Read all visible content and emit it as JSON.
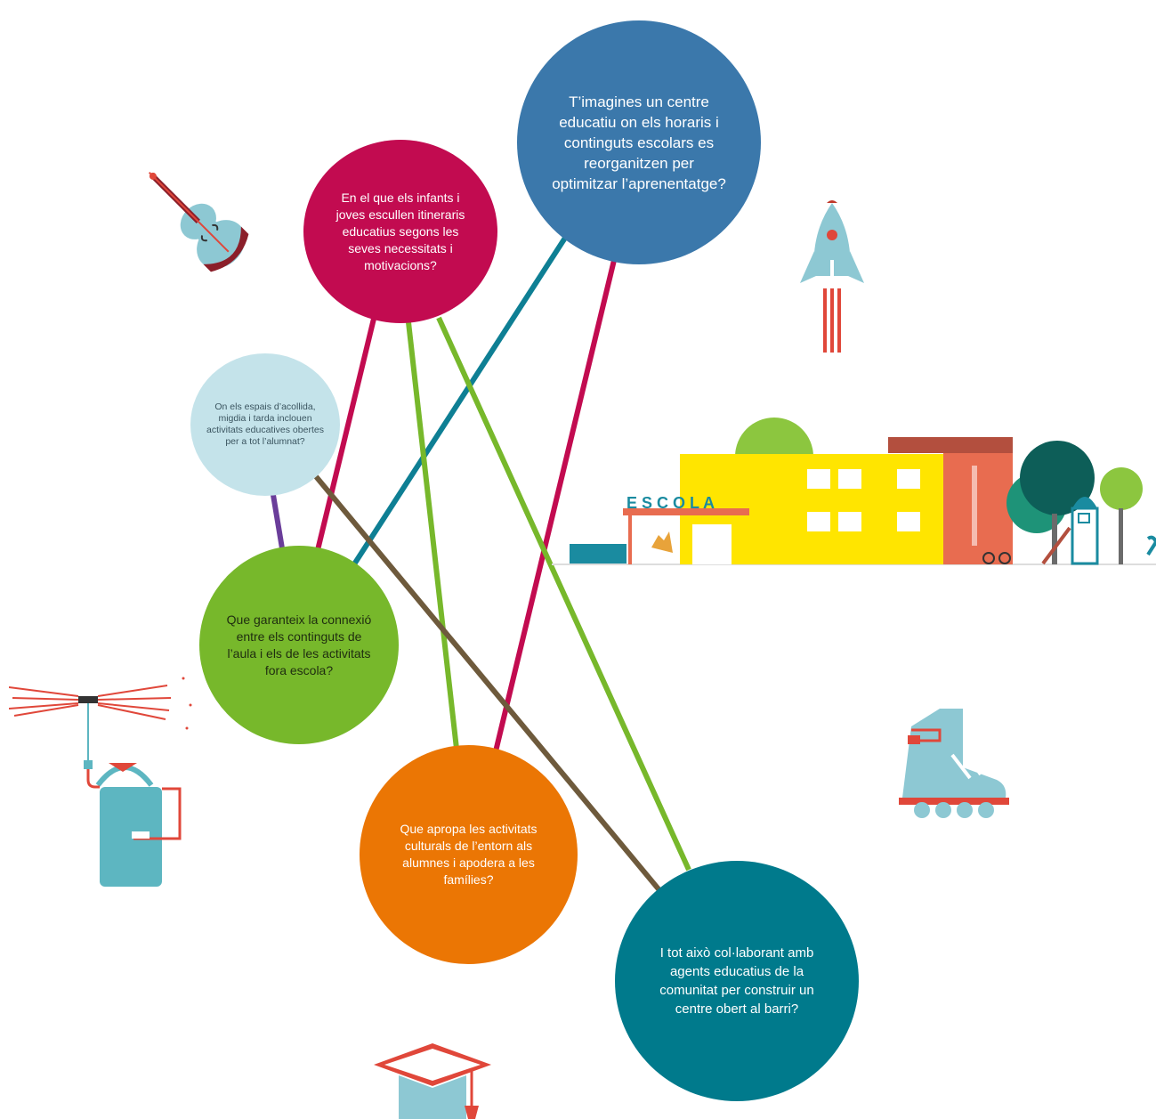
{
  "bubbles": {
    "timetable": "T’imagines un centre educatiu on els horaris i continguts escolars es reorganitzen per optimitzar l’aprenentatge?",
    "itineraries": "En el que els infants i joves escullen itineraris educatius segons les seves necessitats i motivacions?",
    "welcome": "On els espais d’acollida, migdia i tarda inclouen activitats educatives obertes per a tot l’alumnat?",
    "connection": "Que garanteix la connexió entre els continguts de l’aula i els de les activitats fora escola?",
    "culture": "Que apropa les activitats culturals de l’entorn als alumnes i apodera a les famílies?",
    "community": "I tot això col·laborant amb agents educatius de la comunitat per construir un centre obert al barri?"
  },
  "school": {
    "sign": "E S C O L A"
  },
  "colors": {
    "timetable": "#3B78AB",
    "itineraries": "#C20B50",
    "welcome": "#C4E3EA",
    "connection": "#77B82B",
    "culture": "#EB7604",
    "community": "#007A8C",
    "purple_link": "#6A3D9A",
    "brown_link": "#6E5A3C",
    "teal_link": "#0E7F94"
  },
  "illustrations": [
    "violin-icon",
    "rocket-icon",
    "school-building-icon",
    "drone-backpack-icon",
    "roller-skate-icon",
    "graduation-cap-icon"
  ]
}
